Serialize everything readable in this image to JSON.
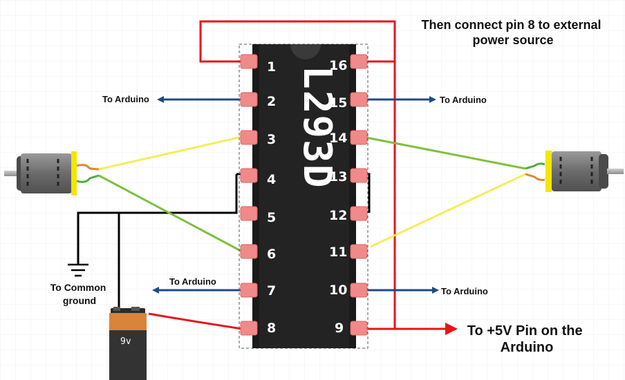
{
  "diagram": {
    "chip": {
      "label": "L293D"
    },
    "pins": [
      "1",
      "2",
      "3",
      "4",
      "5",
      "6",
      "7",
      "8",
      "16",
      "15",
      "14",
      "13",
      "12",
      "11",
      "10",
      "9"
    ],
    "annotations": {
      "power_note": "Then connect pin 8 to external\npower source",
      "arduino_5v": "To +5V Pin on the\nArduino",
      "to_arduino": "To Arduino",
      "common_ground": "To Common\nground"
    },
    "battery": {
      "label": "9v"
    },
    "colors": {
      "red_wire": "#e8131b",
      "blue_arrow": "#1f4a86",
      "yellow_wire": "#f2ee5a",
      "green_wire": "#7cc13e",
      "black_wire": "#000000",
      "chip_body": "#232323",
      "pad": "#f08a8a",
      "motor_yellow": "#f2e600",
      "battery_orange": "#d8843a"
    }
  }
}
